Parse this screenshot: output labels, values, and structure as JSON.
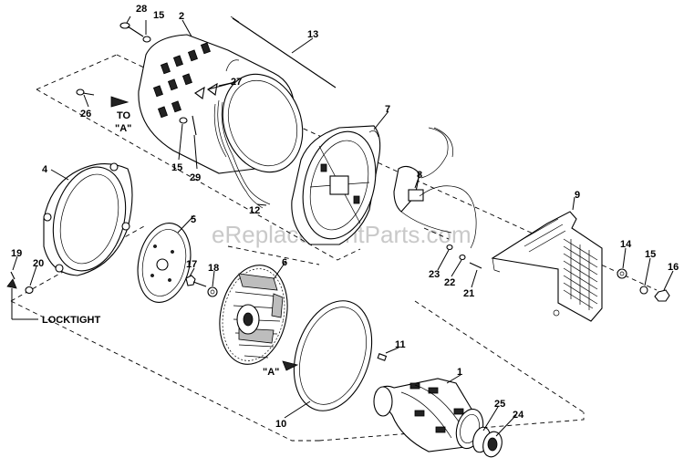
{
  "watermark": "eReplacementParts.com",
  "callouts": {
    "c1": "1",
    "c2": "2",
    "c4": "4",
    "c5": "5",
    "c6": "6",
    "c7": "7",
    "c8": "8",
    "c9": "9",
    "c10": "10",
    "c11": "11",
    "c12": "12",
    "c13": "13",
    "c14": "14",
    "c15a": "15",
    "c15b": "15",
    "c15c": "15",
    "c16": "16",
    "c17": "17",
    "c18": "18",
    "c19": "19",
    "c20": "20",
    "c21": "21",
    "c22": "22",
    "c23": "23",
    "c24": "24",
    "c25": "25",
    "c26": "26",
    "c27": "27",
    "c28": "28",
    "c29": "29"
  },
  "notes": {
    "to": "TO",
    "to_a": "\"A\"",
    "a_marker": "\"A\"",
    "locktight": "LOCKTIGHT"
  }
}
